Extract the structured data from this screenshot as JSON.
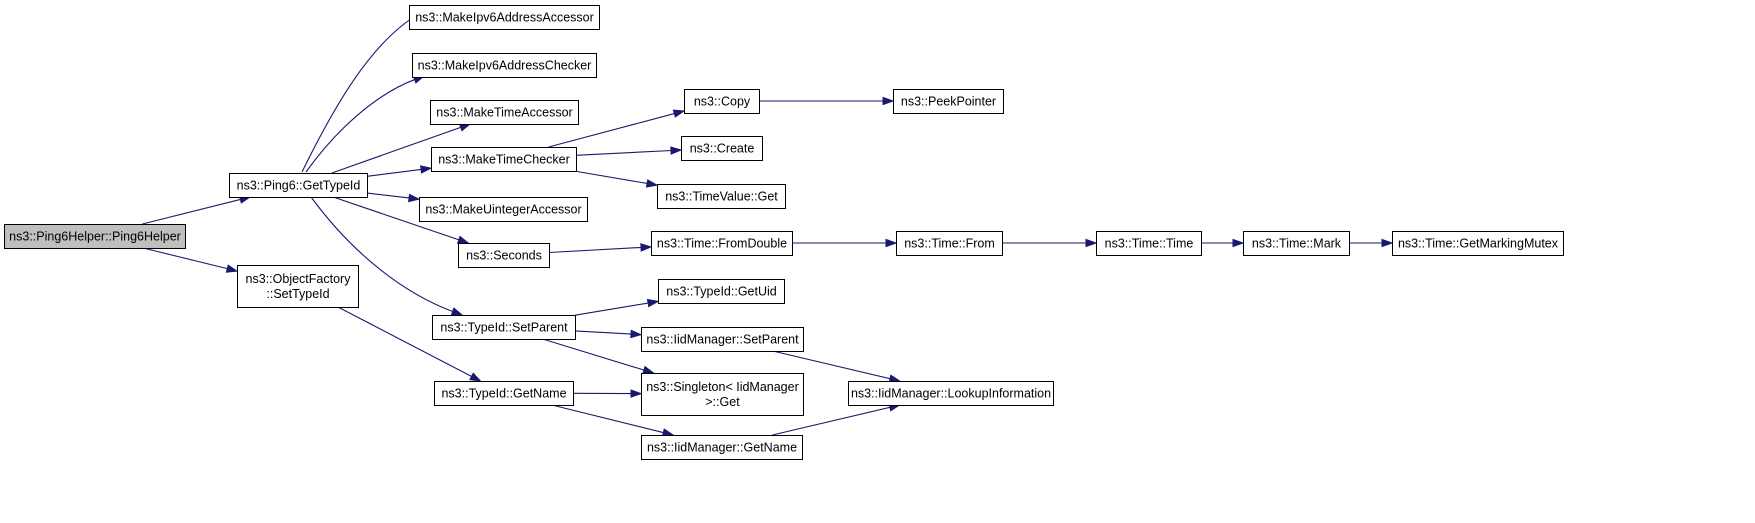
{
  "graph": {
    "colors": {
      "edge": "#191970",
      "root_fill": "#bfbfbf",
      "node_fill": "#ffffff",
      "border": "#000000"
    },
    "nodes": [
      {
        "id": "root",
        "lines": [
          "ns3::Ping6Helper::Ping6Helper"
        ],
        "root": true
      },
      {
        "id": "ping6_gettypeid",
        "lines": [
          "ns3::Ping6::GetTypeId"
        ]
      },
      {
        "id": "objfactory_settypeid",
        "lines": [
          "ns3::ObjectFactory",
          "::SetTypeId"
        ]
      },
      {
        "id": "mk_ipv6_accessor",
        "lines": [
          "ns3::MakeIpv6AddressAccessor"
        ]
      },
      {
        "id": "mk_ipv6_checker",
        "lines": [
          "ns3::MakeIpv6AddressChecker"
        ]
      },
      {
        "id": "mk_time_accessor",
        "lines": [
          "ns3::MakeTimeAccessor"
        ]
      },
      {
        "id": "mk_time_checker",
        "lines": [
          "ns3::MakeTimeChecker"
        ]
      },
      {
        "id": "mk_uint_accessor",
        "lines": [
          "ns3::MakeUintegerAccessor"
        ]
      },
      {
        "id": "seconds",
        "lines": [
          "ns3::Seconds"
        ]
      },
      {
        "id": "typeid_setparent",
        "lines": [
          "ns3::TypeId::SetParent"
        ]
      },
      {
        "id": "typeid_getname",
        "lines": [
          "ns3::TypeId::GetName"
        ]
      },
      {
        "id": "copy",
        "lines": [
          "ns3::Copy"
        ]
      },
      {
        "id": "create",
        "lines": [
          "ns3::Create"
        ]
      },
      {
        "id": "timevalue_get",
        "lines": [
          "ns3::TimeValue::Get"
        ]
      },
      {
        "id": "time_fromdouble",
        "lines": [
          "ns3::Time::FromDouble"
        ]
      },
      {
        "id": "typeid_getuid",
        "lines": [
          "ns3::TypeId::GetUid"
        ]
      },
      {
        "id": "iid_setparent",
        "lines": [
          "ns3::IidManager::SetParent"
        ]
      },
      {
        "id": "singleton_get",
        "lines": [
          "ns3::Singleton< IidManager",
          ">::Get"
        ]
      },
      {
        "id": "iid_getname",
        "lines": [
          "ns3::IidManager::GetName"
        ]
      },
      {
        "id": "peekpointer",
        "lines": [
          "ns3::PeekPointer"
        ]
      },
      {
        "id": "time_from",
        "lines": [
          "ns3::Time::From"
        ]
      },
      {
        "id": "iid_lookup",
        "lines": [
          "ns3::IidManager::LookupInformation"
        ]
      },
      {
        "id": "time_time",
        "lines": [
          "ns3::Time::Time"
        ]
      },
      {
        "id": "time_mark",
        "lines": [
          "ns3::Time::Mark"
        ]
      },
      {
        "id": "time_getmarkingmutex",
        "lines": [
          "ns3::Time::GetMarkingMutex"
        ]
      }
    ],
    "edges": [
      {
        "from": "root",
        "to": "ping6_gettypeid"
      },
      {
        "from": "root",
        "to": "objfactory_settypeid"
      },
      {
        "from": "ping6_gettypeid",
        "to": "mk_ipv6_accessor"
      },
      {
        "from": "ping6_gettypeid",
        "to": "mk_ipv6_checker"
      },
      {
        "from": "ping6_gettypeid",
        "to": "mk_time_accessor"
      },
      {
        "from": "ping6_gettypeid",
        "to": "mk_time_checker"
      },
      {
        "from": "ping6_gettypeid",
        "to": "mk_uint_accessor"
      },
      {
        "from": "ping6_gettypeid",
        "to": "seconds"
      },
      {
        "from": "ping6_gettypeid",
        "to": "typeid_setparent"
      },
      {
        "from": "objfactory_settypeid",
        "to": "typeid_getname"
      },
      {
        "from": "mk_time_checker",
        "to": "copy"
      },
      {
        "from": "mk_time_checker",
        "to": "create"
      },
      {
        "from": "mk_time_checker",
        "to": "timevalue_get"
      },
      {
        "from": "copy",
        "to": "peekpointer"
      },
      {
        "from": "seconds",
        "to": "time_fromdouble"
      },
      {
        "from": "time_fromdouble",
        "to": "time_from"
      },
      {
        "from": "time_from",
        "to": "time_time"
      },
      {
        "from": "time_time",
        "to": "time_mark"
      },
      {
        "from": "time_mark",
        "to": "time_getmarkingmutex"
      },
      {
        "from": "typeid_setparent",
        "to": "typeid_getuid"
      },
      {
        "from": "typeid_setparent",
        "to": "iid_setparent"
      },
      {
        "from": "typeid_setparent",
        "to": "singleton_get"
      },
      {
        "from": "typeid_getname",
        "to": "singleton_get"
      },
      {
        "from": "typeid_getname",
        "to": "iid_getname"
      },
      {
        "from": "iid_setparent",
        "to": "iid_lookup"
      },
      {
        "from": "iid_getname",
        "to": "iid_lookup"
      }
    ]
  }
}
